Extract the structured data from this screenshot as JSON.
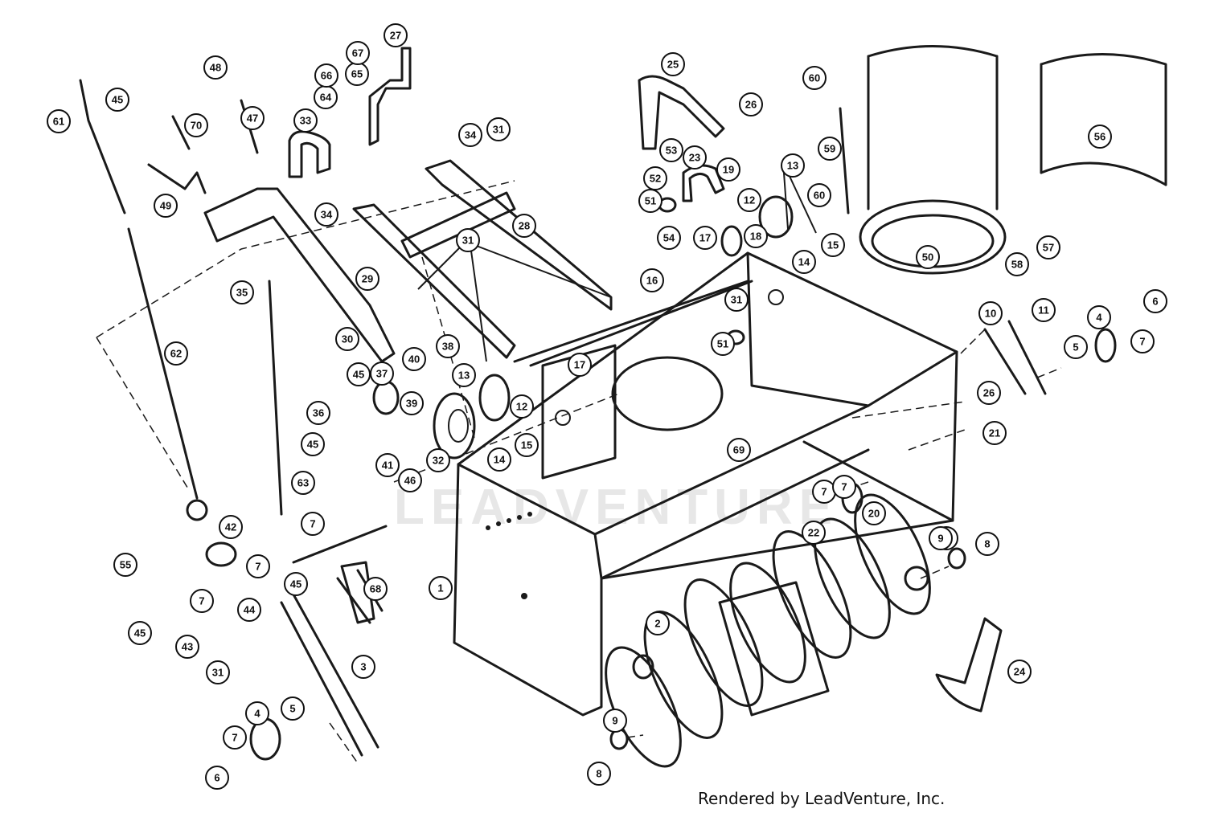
{
  "watermark_text": "LEADVENTURE",
  "credit": "Rendered by LeadVenture, Inc.",
  "callouts": [
    "1",
    "2",
    "3",
    "4",
    "5",
    "6",
    "7",
    "8",
    "9",
    "10",
    "11",
    "12",
    "13",
    "14",
    "15",
    "16",
    "17",
    "18",
    "19",
    "20",
    "21",
    "22",
    "23",
    "24",
    "25",
    "26",
    "27",
    "28",
    "29",
    "30",
    "31",
    "32",
    "33",
    "34",
    "35",
    "36",
    "37",
    "38",
    "39",
    "40",
    "41",
    "42",
    "43",
    "44",
    "45",
    "46",
    "47",
    "48",
    "49",
    "50",
    "51",
    "52",
    "53",
    "54",
    "55",
    "56",
    "57",
    "58",
    "59",
    "60",
    "61",
    "62",
    "63",
    "64",
    "65",
    "66",
    "67",
    "68",
    "69",
    "70"
  ]
}
